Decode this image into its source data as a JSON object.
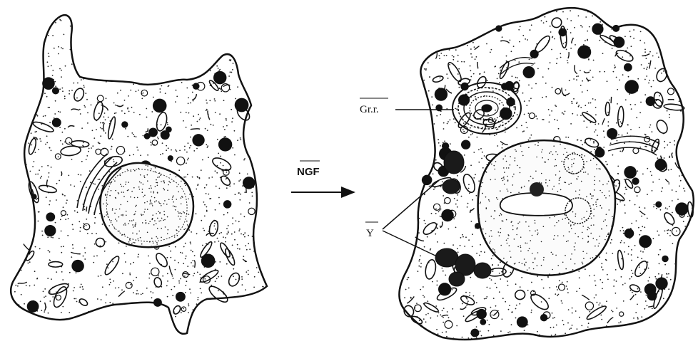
{
  "labels": {
    "arrow": "NGF",
    "granules": "Gr.r.",
    "y": "Y"
  },
  "colors": {
    "ink": "#111111",
    "paper": "#ffffff"
  },
  "cells": [
    {
      "id": "left-cell",
      "state": "before treatment"
    },
    {
      "id": "right-cell",
      "state": "after NGF treatment"
    }
  ]
}
